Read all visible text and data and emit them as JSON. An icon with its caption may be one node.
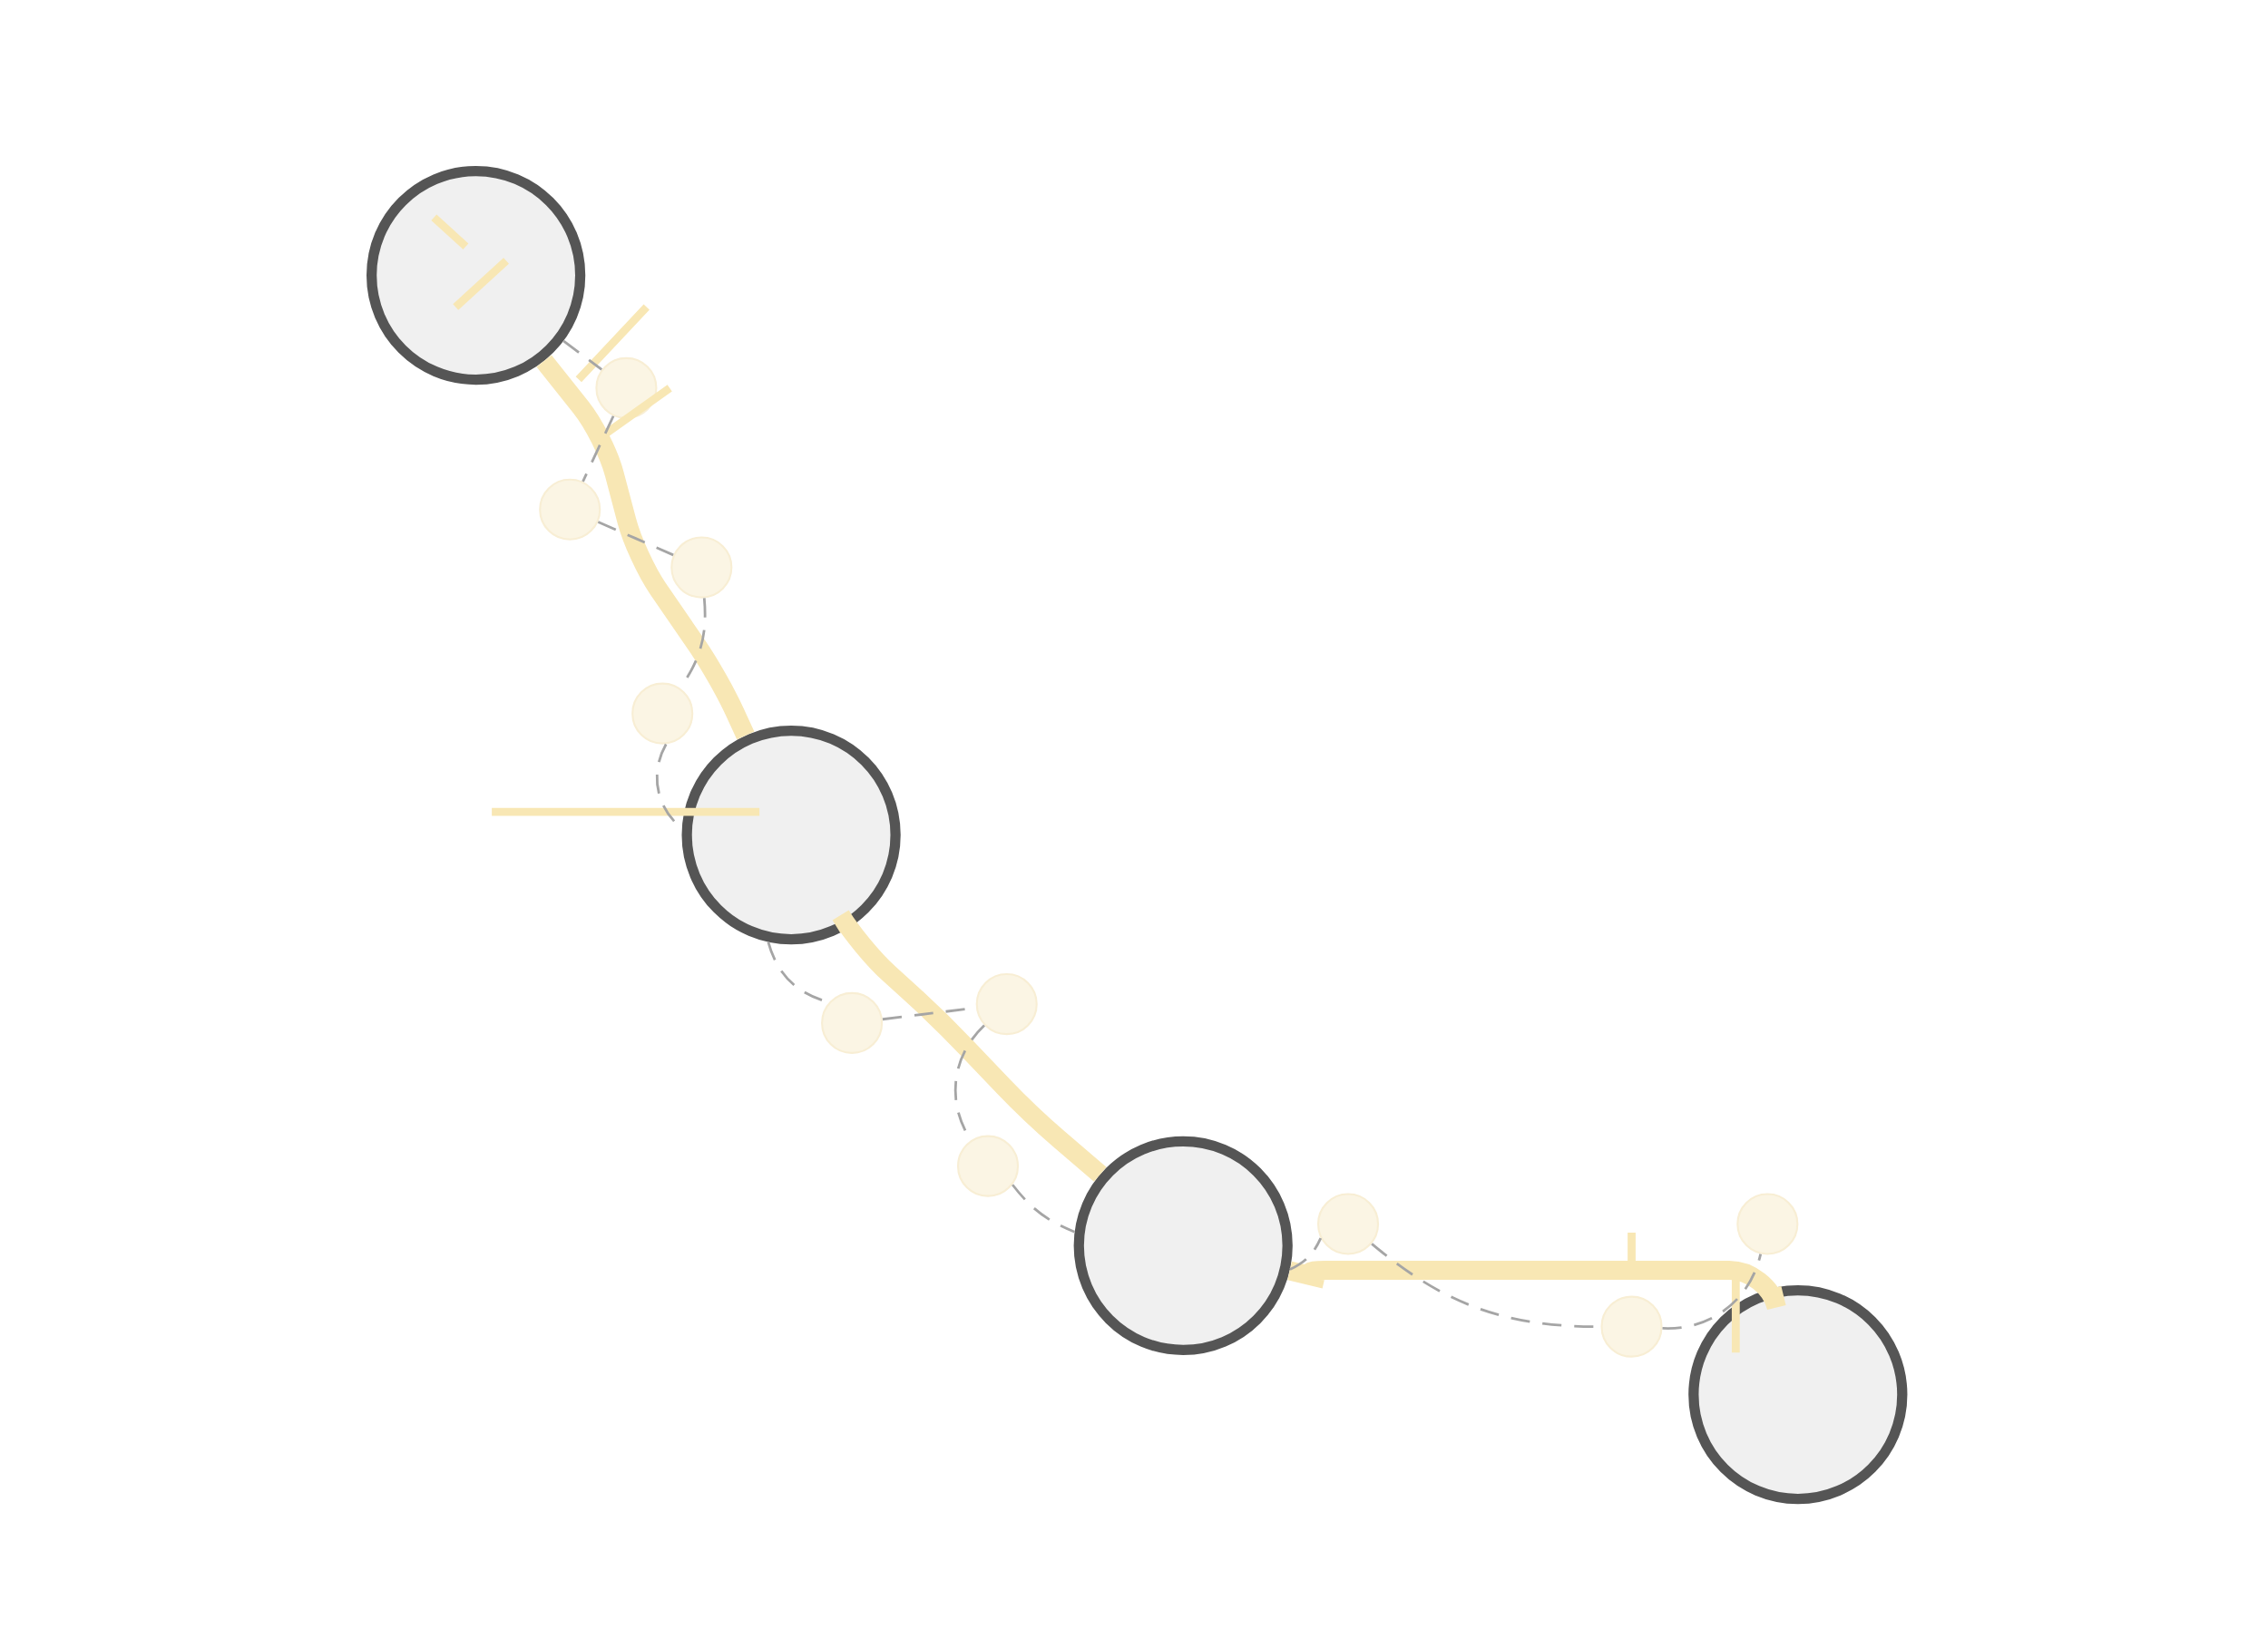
{
  "diagram": {
    "nodes": [
      {
        "text": [],
        "shape": "circle"
      },
      {
        "text": [],
        "shape": "circle"
      },
      {
        "text": [],
        "shape": "circle"
      },
      {
        "text": [],
        "shape": "circle"
      },
      {
        "text": [],
        "shape": "circle"
      },
      {
        "text": [],
        "shape": "circle"
      },
      {
        "text": [],
        "shape": "circle"
      },
      {
        "text": [],
        "shape": "circle"
      },
      {
        "text": [],
        "shape": "circle"
      },
      {
        "text": [],
        "shape": "circle"
      },
      {
        "text": [],
        "shape": "circle"
      },
      {
        "text": [],
        "shape": "circle"
      },
      {
        "text": [],
        "shape": "circle"
      },
      {
        "text": [],
        "shape": "circle"
      }
    ],
    "edges": [
      {
        "from": 0,
        "to": 5,
        "arrow": "none",
        "style": "thick",
        "color": "#f8e7b4"
      },
      {
        "from": 5,
        "to": 9,
        "arrow": "none",
        "style": "thick",
        "color": "#f8e7b4"
      },
      {
        "from": 9,
        "to": 13,
        "arrow": "none",
        "style": "thick",
        "color": "#f8e7b4"
      },
      {
        "from": 0,
        "to": 1,
        "arrow": "none",
        "style": "dashed"
      },
      {
        "from": 1,
        "to": 2,
        "arrow": "none",
        "style": "dashed"
      },
      {
        "from": 2,
        "to": 3,
        "arrow": "none",
        "style": "dashed"
      },
      {
        "from": 3,
        "to": 4,
        "arrow": "none",
        "style": "dashed"
      },
      {
        "from": 4,
        "to": 5,
        "arrow": "none",
        "style": "dashed"
      },
      {
        "from": 5,
        "to": 6,
        "arrow": "none",
        "style": "dashed"
      },
      {
        "from": 6,
        "to": 7,
        "arrow": "none",
        "style": "dashed"
      },
      {
        "from": 7,
        "to": 8,
        "arrow": "none",
        "style": "dashed"
      },
      {
        "from": 8,
        "to": 9,
        "arrow": "none",
        "style": "dashed"
      },
      {
        "from": 9,
        "to": 10,
        "arrow": "none",
        "style": "dashed"
      },
      {
        "from": 10,
        "to": 11,
        "arrow": "none",
        "style": "dashed"
      },
      {
        "from": 11,
        "to": 12,
        "arrow": "none",
        "style": "dashed"
      }
    ]
  }
}
